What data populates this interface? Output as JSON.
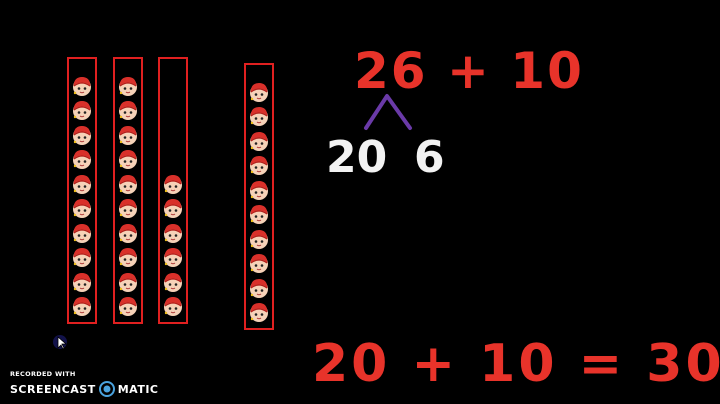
{
  "equation_top": "26 + 10",
  "split_left": "20",
  "split_right": "6",
  "equation_bottom": "20 + 10 = 30",
  "watermark": {
    "recorded_with": "RECORDED WITH",
    "brand_left": "SCREENCAST",
    "brand_right": "MATIC",
    "logo_icon": "screencast-o-matic-logo-icon"
  },
  "counters": {
    "icon": "red-hat-face-icon",
    "column_counts": [
      10,
      10,
      6,
      10
    ]
  },
  "colors": {
    "background": "#000000",
    "equation_red": "#e8332a",
    "column_border": "#e02020",
    "bracket_purple": "#6a3aa8",
    "split_white": "#f2f2f2"
  }
}
